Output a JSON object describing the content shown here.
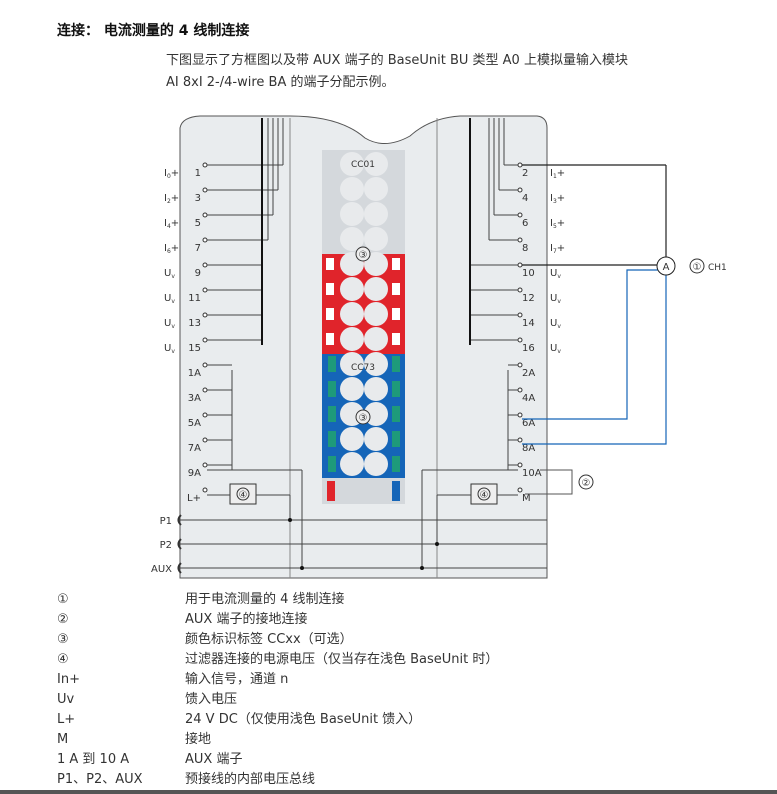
{
  "title": "连接： 电流测量的 4 线制连接",
  "intro": [
    "下图显示了方框图以及带 AUX 端子的 BaseUnit BU 类型 A0 上模拟量输入模块",
    "AI 8xI 2-/4-wire BA 的端子分配示例。"
  ],
  "diagram": {
    "left_terminals": [
      {
        "num": "1",
        "sig": "I",
        "sub": "0",
        "suf": "+"
      },
      {
        "num": "3",
        "sig": "I",
        "sub": "2",
        "suf": "+"
      },
      {
        "num": "5",
        "sig": "I",
        "sub": "4",
        "suf": "+"
      },
      {
        "num": "7",
        "sig": "I",
        "sub": "6",
        "suf": "+"
      },
      {
        "num": "9",
        "sig": "U",
        "sub": "v",
        "suf": ""
      },
      {
        "num": "11",
        "sig": "U",
        "sub": "v",
        "suf": ""
      },
      {
        "num": "13",
        "sig": "U",
        "sub": "v",
        "suf": ""
      },
      {
        "num": "15",
        "sig": "U",
        "sub": "v",
        "suf": ""
      },
      {
        "num": "1A",
        "sig": "",
        "sub": "",
        "suf": ""
      },
      {
        "num": "3A",
        "sig": "",
        "sub": "",
        "suf": ""
      },
      {
        "num": "5A",
        "sig": "",
        "sub": "",
        "suf": ""
      },
      {
        "num": "7A",
        "sig": "",
        "sub": "",
        "suf": ""
      },
      {
        "num": "9A",
        "sig": "",
        "sub": "",
        "suf": ""
      },
      {
        "num": "L+",
        "sig": "",
        "sub": "",
        "suf": ""
      }
    ],
    "right_terminals": [
      {
        "num": "2",
        "sig": "I",
        "sub": "1",
        "suf": "+"
      },
      {
        "num": "4",
        "sig": "I",
        "sub": "3",
        "suf": "+"
      },
      {
        "num": "6",
        "sig": "I",
        "sub": "5",
        "suf": "+"
      },
      {
        "num": "8",
        "sig": "I",
        "sub": "7",
        "suf": "+"
      },
      {
        "num": "10",
        "sig": "U",
        "sub": "v",
        "suf": ""
      },
      {
        "num": "12",
        "sig": "U",
        "sub": "v",
        "suf": ""
      },
      {
        "num": "14",
        "sig": "U",
        "sub": "v",
        "suf": ""
      },
      {
        "num": "16",
        "sig": "U",
        "sub": "v",
        "suf": ""
      },
      {
        "num": "2A",
        "sig": "",
        "sub": "",
        "suf": ""
      },
      {
        "num": "4A",
        "sig": "",
        "sub": "",
        "suf": ""
      },
      {
        "num": "6A",
        "sig": "",
        "sub": "",
        "suf": ""
      },
      {
        "num": "8A",
        "sig": "",
        "sub": "",
        "suf": ""
      },
      {
        "num": "10A",
        "sig": "",
        "sub": "",
        "suf": ""
      },
      {
        "num": "M",
        "sig": "",
        "sub": "",
        "suf": ""
      }
    ],
    "buses": [
      "P1",
      "P2",
      "AUX"
    ],
    "label_top": "CC01",
    "label_bottom": "CC73",
    "callout_3": "③",
    "callout_4": "④",
    "callout_1": "①",
    "callout_2": "②",
    "ammeter": "A",
    "channel": "CH1",
    "colors": {
      "red": "#e0242b",
      "blue": "#1565b8",
      "green": "#1e9a7a",
      "grey": "#d4d8dc",
      "body": "#e9ecee"
    }
  },
  "legend": [
    {
      "key": "①",
      "text": "用于电流测量的 4 线制连接"
    },
    {
      "key": "②",
      "text": "AUX 端子的接地连接"
    },
    {
      "key": "③",
      "text": "颜色标识标签 CCxx（可选）"
    },
    {
      "key": "④",
      "text": "过滤器连接的电源电压（仅当存在浅色 BaseUnit 时）"
    },
    {
      "key": "In+",
      "text": "输入信号，通道 n"
    },
    {
      "key": "Uv",
      "text": "馈入电压"
    },
    {
      "key": "L+",
      "text": "24 V DC（仅使用浅色 BaseUnit 馈入）"
    },
    {
      "key": "M",
      "text": "接地"
    },
    {
      "key": "1 A 到 10 A",
      "text": "AUX 端子"
    },
    {
      "key": "P1、P2、AUX",
      "text": "预接线的内部电压总线"
    }
  ]
}
